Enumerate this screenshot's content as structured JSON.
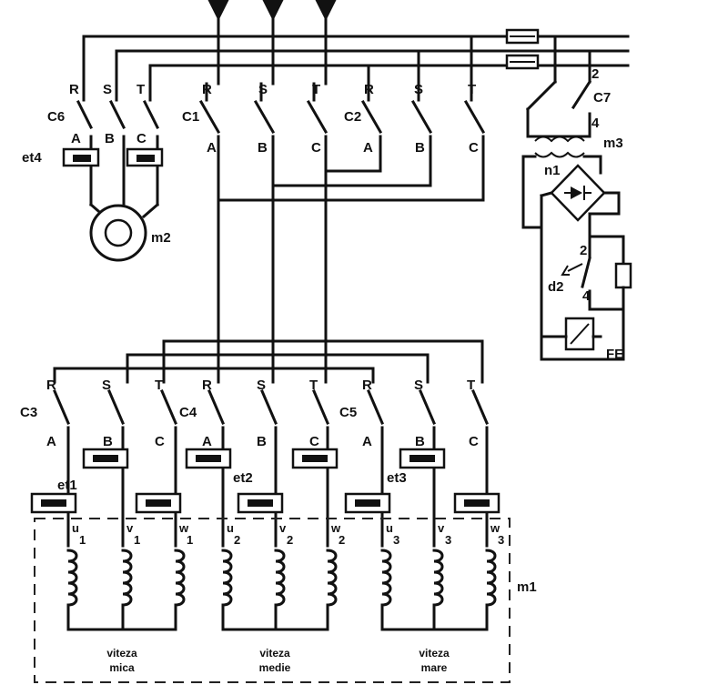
{
  "phase_labels": {
    "r": "R",
    "s": "S",
    "t": "T"
  },
  "contact_labels": {
    "a": "A",
    "b": "B",
    "c": "C"
  },
  "contactors": {
    "c1": "C1",
    "c2": "C2",
    "c3": "C3",
    "c4": "C4",
    "c5": "C5",
    "c6": "C6",
    "c7": "C7"
  },
  "thermal_relays": {
    "et1": "et1",
    "et2": "et2",
    "et3": "et3",
    "et4": "et4"
  },
  "motors": {
    "m1": "m1",
    "m2": "m2",
    "m3": "m3"
  },
  "brake_circuit": {
    "n1": "n1",
    "d2": "d2",
    "fe": "FE",
    "contact_2a": "2",
    "contact_4a": "4",
    "contact_2b": "2",
    "contact_4b": "4"
  },
  "windings": {
    "u1": "u",
    "v1": "v",
    "w1": "w",
    "sub1": "1",
    "u2": "u",
    "v2": "v",
    "w2": "w",
    "sub2": "2",
    "u3": "u",
    "v3": "v",
    "w3": "w",
    "sub3": "3"
  },
  "speeds": {
    "low_1": "viteza",
    "low_2": "mica",
    "mid_1": "viteza",
    "mid_2": "medie",
    "high_1": "viteza",
    "high_2": "mare"
  }
}
